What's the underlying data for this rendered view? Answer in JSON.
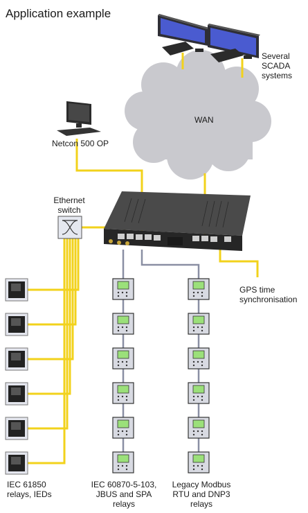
{
  "title": "Application example",
  "labels": {
    "scada": "Several\nSCADA\nsystems",
    "wan": "WAN",
    "netcon_op": "Netcon 500 OP",
    "ethernet_switch": "Ethernet\nswitch",
    "gps": "GPS time\nsynchronisation",
    "iec61850": "IEC 61850\nrelays, IEDs",
    "iec60870": "IEC 60870-5-103,\nJBUS and SPA\nrelays",
    "modbus": "Legacy Modbus\nRTU and DNP3\nrelays"
  },
  "colors": {
    "cable_yellow": "#f2d21b",
    "cable_grey": "#8a8fa3",
    "cloud": "#c9c9ce",
    "device_dark": "#3a3a3a"
  }
}
